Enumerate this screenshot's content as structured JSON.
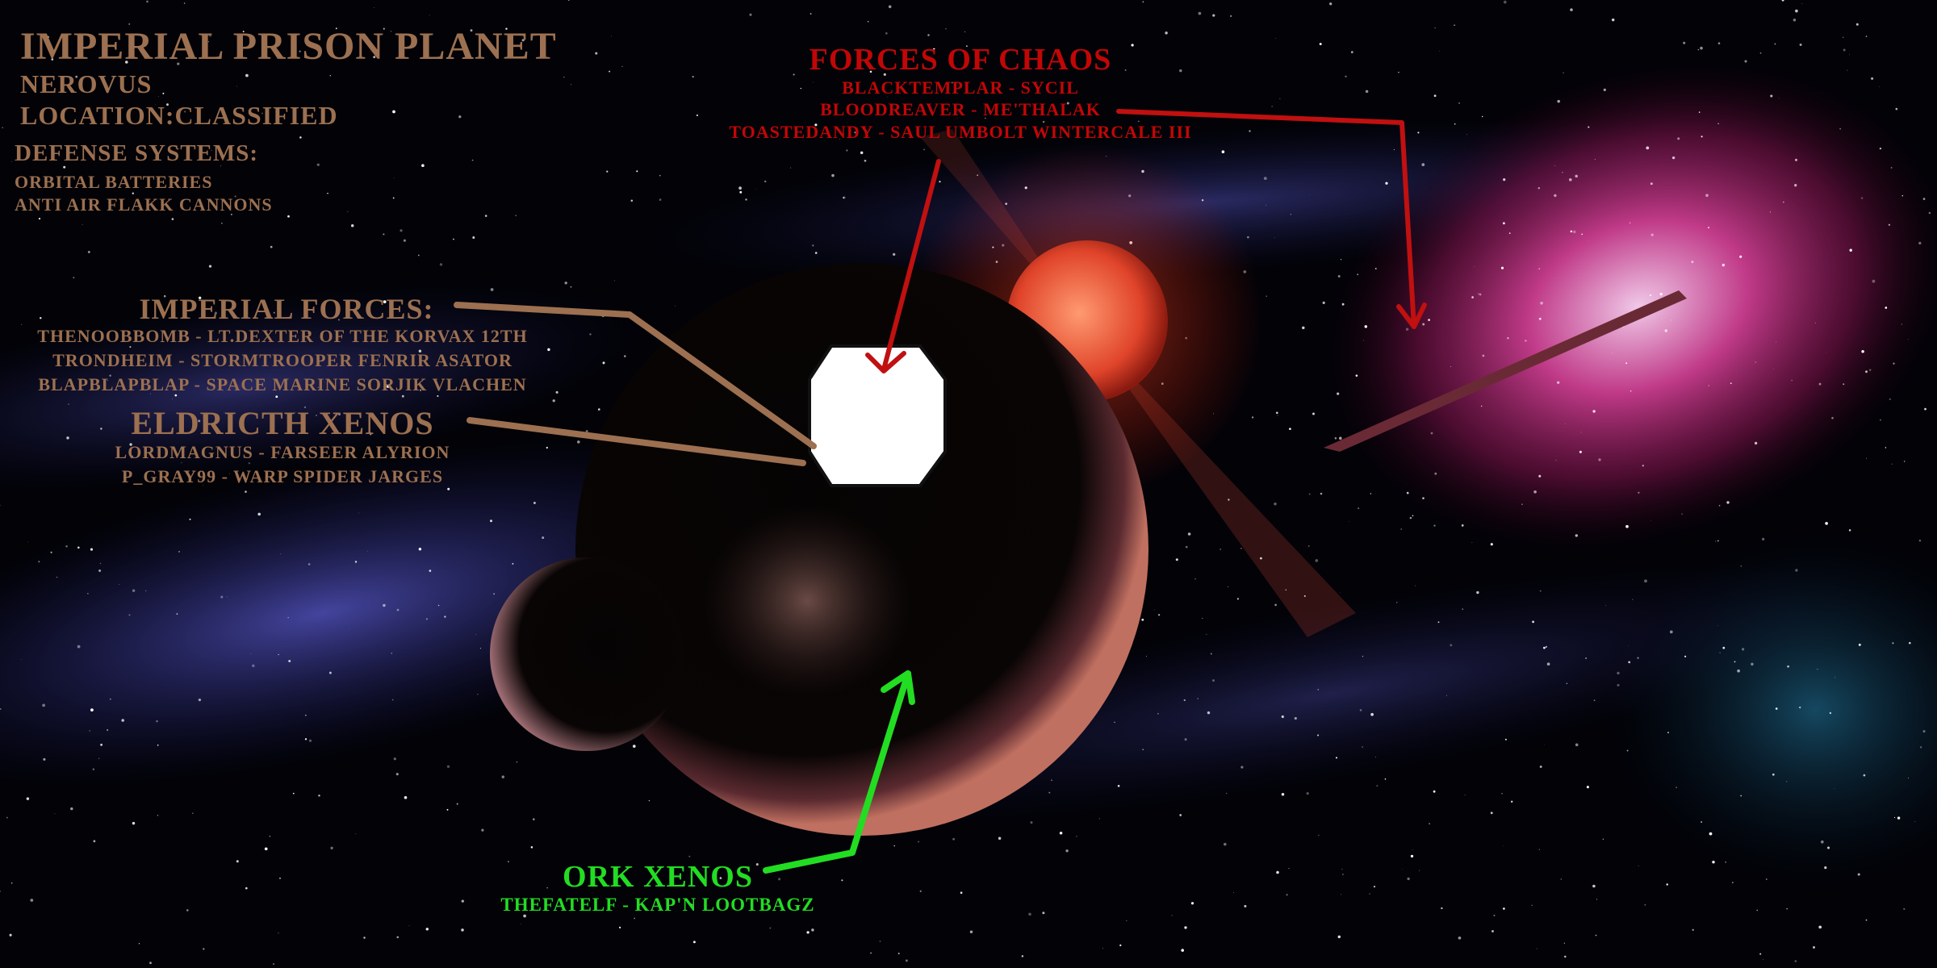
{
  "colors": {
    "imperial": "#9c7050",
    "chaos": "#c20606",
    "ork": "#22dd22"
  },
  "planet_info": {
    "title": "Imperial Prison Planet",
    "name": "Nerovus",
    "location": "Location:Classified",
    "defense_heading": "Defense Systems:",
    "defenses": [
      "Orbital Batteries",
      "Anti Air Flakk Cannons"
    ]
  },
  "imperial_forces": {
    "heading": "Imperial Forces:",
    "members": [
      "TheNoobBomb - Lt.Dexter of the Korvax 12th",
      "Trondheim - Stormtrooper Fenrir Asator",
      "BlapBlapBlap - Space Marine Sorjik Vlachen"
    ]
  },
  "eldritch_xenos": {
    "heading": "Eldricth Xenos",
    "members": [
      "LordMagnus - Farseer Alyrion",
      "P_Gray99 - Warp Spider Jarges"
    ]
  },
  "chaos": {
    "heading": "Forces of Chaos",
    "members": [
      "BlackTemplar - Sycil",
      "BloodReaver - Me'thalak",
      "ToasteDandy - Saul Umbolt Wintercale III"
    ]
  },
  "ork_xenos": {
    "heading": "Ork Xenos",
    "members": [
      "TheFatElf - Kap'n Lootbagz"
    ]
  }
}
